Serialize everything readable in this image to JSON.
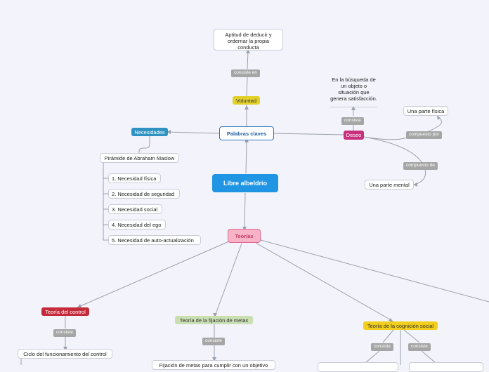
{
  "central": "Libre albeldrio",
  "palabras_claves": "Palabras claves",
  "voluntad": "Voluntad",
  "voluntad_link": "consiste en",
  "voluntad_def": "Aptitud de deducir y ordernar la propia conducta",
  "necesidades": "Necesidades",
  "piramide": "Pirámide de Abraham Maslow",
  "needs": [
    "1. Necesidad física",
    "2. Necesidad de seguridad",
    "3. Necesidad social",
    "4. Necesidad del ego",
    "5. Necesidad de auto-actualización"
  ],
  "deseo": "Deseo",
  "deseo_link": "consiste",
  "deseo_def": "En la búsqueda de un objeto o situación que genera satisfacción.",
  "compuesto_por": "compuesto por",
  "parte_fisica": "Una parte física",
  "compuesto_de": "compuesto de",
  "parte_mental": "Una parte mental",
  "teorias": "Teorías",
  "teoria_control": "Teoría del control",
  "control_link": "consiste",
  "ciclo": "Ciclo del funcionamiento del control",
  "teoria_metas": "Teoría de la fijación de metas",
  "metas_link": "consiste",
  "metas_def": "Fijación de metas para cumplir con un objetivo",
  "teoria_cognicion": "Teoría de la cognición social",
  "cogn_link_1": "consiste",
  "cogn_link_2": "consiste"
}
